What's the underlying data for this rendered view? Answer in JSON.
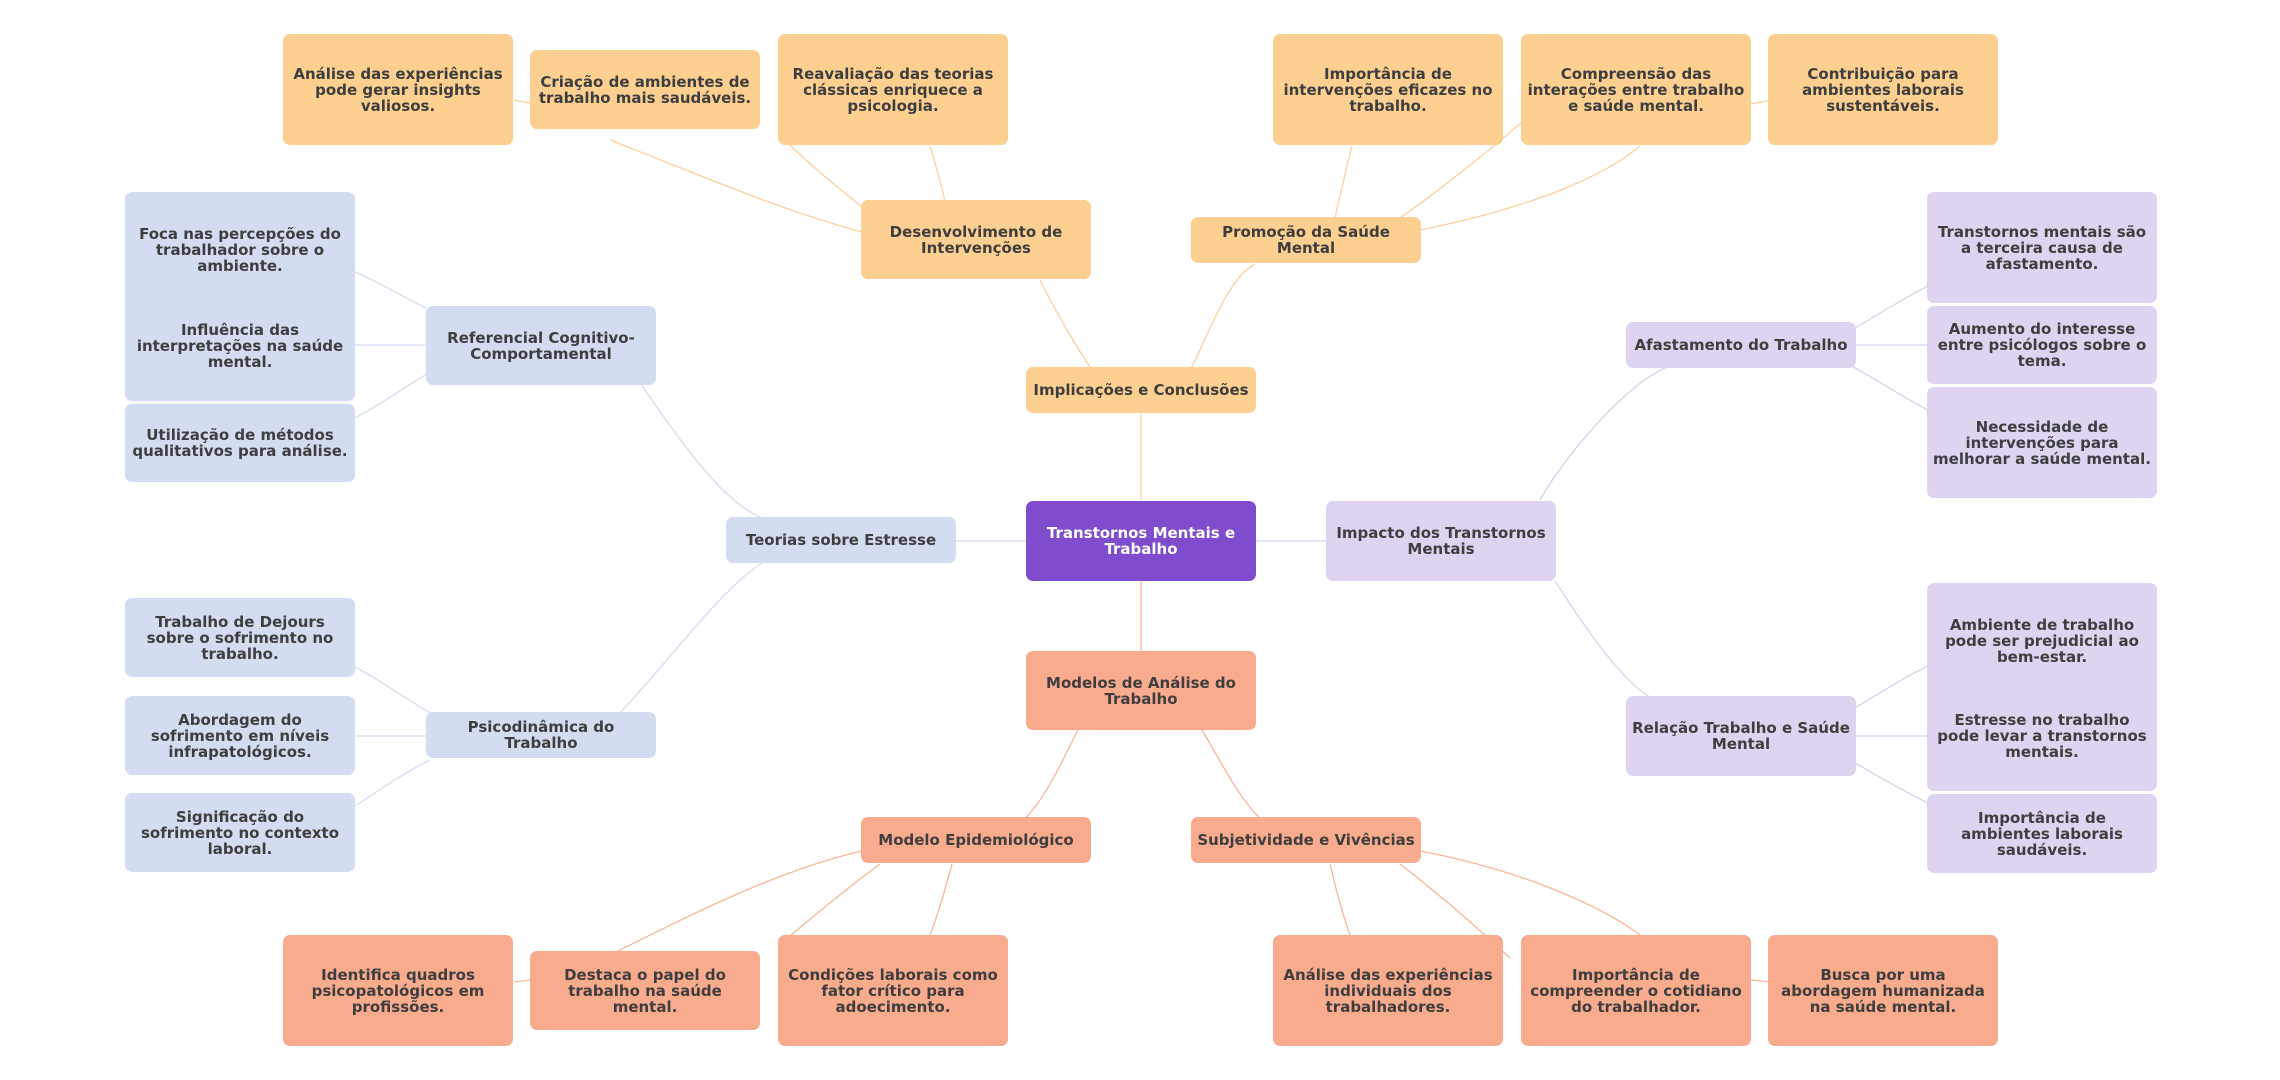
{
  "colors": {
    "root": "#7e4ccd",
    "purple_branch": "#ded4f2",
    "blue_branch": "#d4dcf2",
    "orange_branch": "#fdcf91",
    "salmon_branch": "#f9ab8e",
    "edge_purple": "#d4d4f0",
    "edge_blue": "#d4dcf2",
    "edge_orange": "#fbd0a0",
    "edge_salmon": "#f9b59a"
  },
  "root": {
    "label": "Transtornos Mentais e Trabalho"
  },
  "impact": {
    "label": "Impacto dos Transtornos Mentais",
    "afastamento": {
      "label": "Afastamento do Trabalho",
      "items": [
        "Transtornos mentais são a terceira causa de afastamento.",
        "Aumento do interesse entre psicólogos sobre o tema.",
        "Necessidade de intervenções para melhorar a saúde mental."
      ]
    },
    "relacao": {
      "label": "Relação Trabalho e Saúde Mental",
      "items": [
        "Ambiente de trabalho pode ser prejudicial ao bem-estar.",
        "Estresse no trabalho pode levar a transtornos mentais.",
        "Importância de ambientes laborais saudáveis."
      ]
    }
  },
  "theories": {
    "label": "Teorias sobre Estresse",
    "cognitive": {
      "label": "Referencial Cognitivo-Comportamental",
      "items": [
        "Foca nas percepções do trabalhador sobre o ambiente.",
        "Influência das interpretações na saúde mental.",
        "Utilização de métodos qualitativos para análise."
      ]
    },
    "psychodynamic": {
      "label": "Psicodinâmica do Trabalho",
      "items": [
        "Trabalho de Dejours sobre o sofrimento no trabalho.",
        "Abordagem do sofrimento em níveis infrapatológicos.",
        "Significação do sofrimento no contexto laboral."
      ]
    }
  },
  "implications": {
    "label": "Implicações e Conclusões",
    "development": {
      "label": "Desenvolvimento de Intervenções",
      "items": [
        "Análise das experiências pode gerar insights valiosos.",
        "Criação de ambientes de trabalho mais saudáveis.",
        "Reavaliação das teorias clássicas enriquece a psicologia."
      ]
    },
    "promotion": {
      "label": "Promoção da Saúde Mental",
      "items": [
        "Importância de intervenções eficazes no trabalho.",
        "Compreensão das interações entre trabalho e saúde mental.",
        "Contribuição para ambientes laborais sustentáveis."
      ]
    }
  },
  "models": {
    "label": "Modelos de Análise do Trabalho",
    "epidemiological": {
      "label": "Modelo Epidemiológico",
      "items": [
        "Identifica quadros psicopatológicos em profissões.",
        "Destaca o papel do trabalho na saúde mental.",
        "Condições laborais como fator crítico para adoecimento."
      ]
    },
    "subjectivity": {
      "label": "Subjetividade e Vivências",
      "items": [
        "Análise das experiências individuais dos trabalhadores.",
        "Importância de compreender o cotidiano do trabalhador.",
        "Busca por uma abordagem humanizada na saúde mental."
      ]
    }
  }
}
